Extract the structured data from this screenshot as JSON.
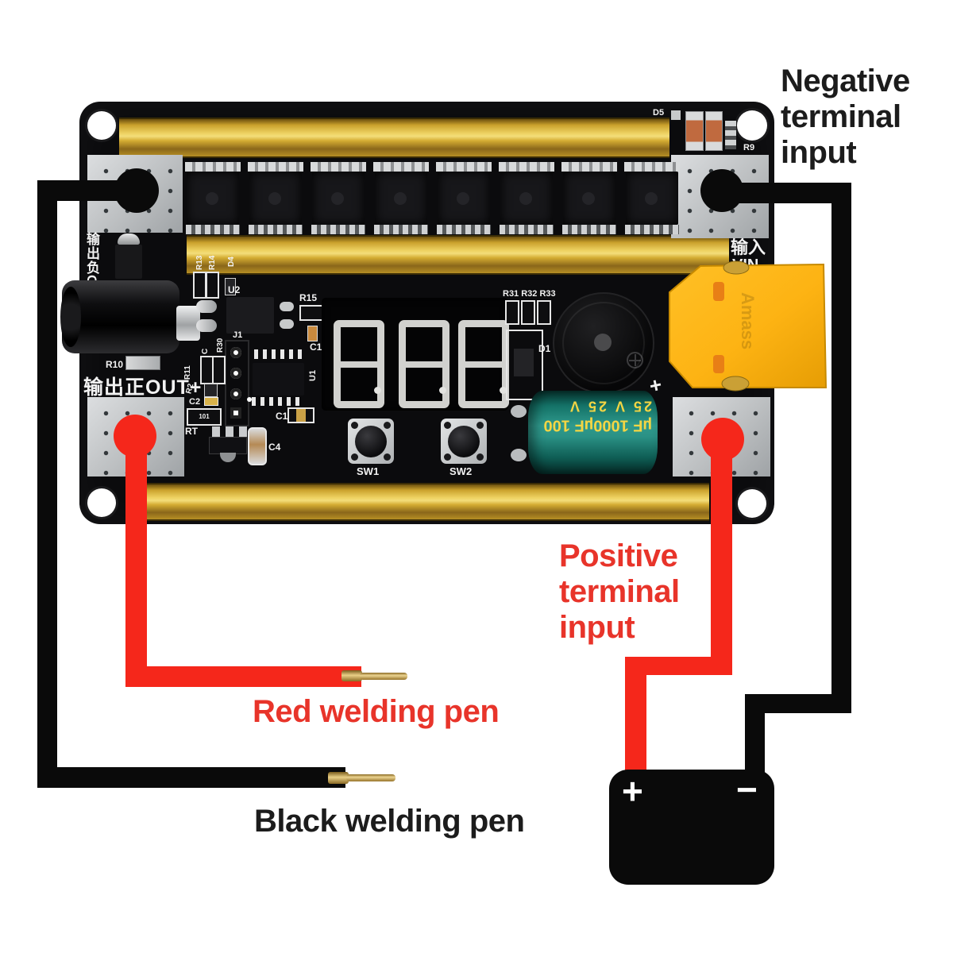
{
  "colors": {
    "wire-red": "#f5271b",
    "wire-black": "#0a0a0a",
    "text-red": "#e8342a",
    "text-dark": "#1c1c1c",
    "seg": "#e3e3e0",
    "silk-white": "#f2f2f2",
    "xt60-yellow": "#fdb313"
  },
  "annotations": {
    "negative_terminal": {
      "lines": [
        "Negative",
        "terminal",
        "input"
      ]
    },
    "positive_terminal": {
      "lines": [
        "Positive",
        "terminal",
        "input"
      ]
    },
    "red_pen": "Red welding pen",
    "black_pen": "Black welding pen"
  },
  "battery": {
    "plus": "+",
    "minus": "−"
  },
  "pcb": {
    "silk_out_minus": "输出负OUT-",
    "silk_out_plus": "输出正OUT+",
    "silk_vin_1": "输入",
    "silk_vin_2": "VIN-",
    "silk_plus": "+",
    "display_value": "8.8.8.",
    "cap_line1": "µF 1000µF 100",
    "cap_line2": "25 V 25 V",
    "xt60_brand": "Amass",
    "labels": {
      "d5": "D5",
      "r9": "R9",
      "r13": "R13",
      "r14": "R14",
      "d4": "D4",
      "r10": "R10",
      "u2": "U2",
      "r15": "R15",
      "c10": "C10",
      "j1": "J1",
      "u1": "U1",
      "r11": "R11",
      "r30": "R30",
      "c": "C",
      "c2": "C2",
      "r2": "R2",
      "rt": "RT",
      "c1": "C1",
      "c4": "C4",
      "r31_33": "R31 R32 R33",
      "d1": "D1",
      "sw1": "SW1",
      "sw2": "SW2",
      "smd101": "101"
    }
  }
}
